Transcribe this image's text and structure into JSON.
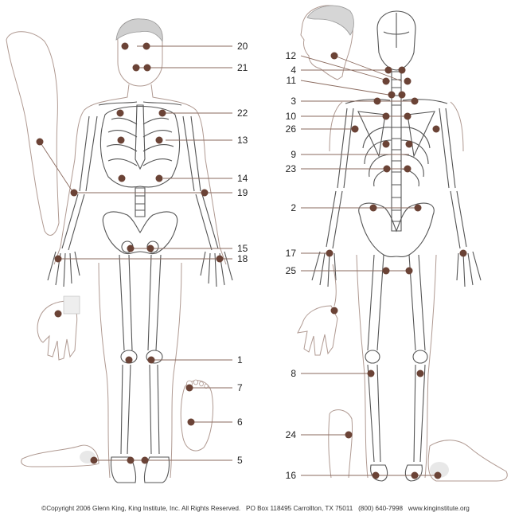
{
  "colors": {
    "dot": "#6b4336",
    "leader": "#8a6a5e",
    "bone": "#555555",
    "skin": "#b09a92"
  },
  "front_labels": [
    "20",
    "21",
    "22",
    "13",
    "14",
    "19",
    "15",
    "18",
    "1",
    "7",
    "6",
    "5"
  ],
  "back_labels": [
    "12",
    "4",
    "11",
    "3",
    "10",
    "26",
    "9",
    "23",
    "2",
    "17",
    "25",
    "8",
    "24",
    "16"
  ],
  "footer": {
    "copyright": "©Copyright 2006 Glenn King, King Institute, Inc. All Rights Reserved.",
    "address": "PO Box 118495 Carrollton, TX 75011",
    "phone": "(800) 640-7998",
    "website": "www.kinginstitute.org"
  }
}
